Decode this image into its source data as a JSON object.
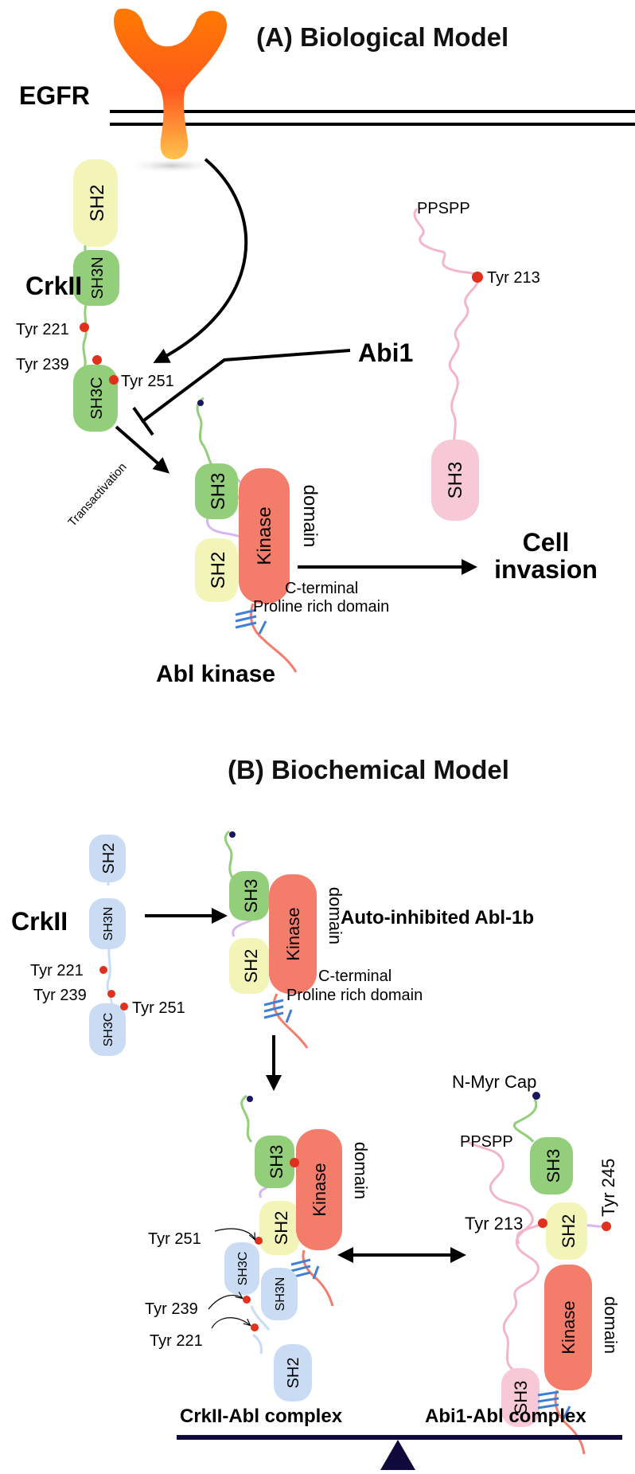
{
  "colors": {
    "sh2": "#f2f4b8",
    "sh3": "#93cf7a",
    "kinase": "#f47c6b",
    "sh3_pink": "#f7c9d6",
    "crk_blue": "#c9dcf4",
    "tyr_dot": "#e0301e",
    "myr_dot": "#1a1660",
    "pro_blue": "#3f7fd8",
    "egfr_top": "#ff8a00",
    "egfr_bottom": "#ffc24a",
    "balance_bar": "#0f0a3b"
  },
  "panel_a": {
    "title": "(A) Biological Model",
    "egfr": "EGFR",
    "crkii": "CrkII",
    "crk_sh2": "SH2",
    "crk_sh3n": "SH3N",
    "crk_sh3c": "SH3C",
    "tyr221": "Tyr 221",
    "tyr239": "Tyr 239",
    "tyr251": "Tyr 251",
    "abi1": "Abi1",
    "ppspp": "PPSPP",
    "tyr213": "Tyr 213",
    "abi_sh3": "SH3",
    "transactivation": "Transactivation",
    "abl_sh3": "SH3",
    "abl_sh2": "SH2",
    "kinase": "Kinase",
    "domain": "domain",
    "cterm": "C-terminal",
    "proline": "Proline rich domain",
    "abl_kinase": "Abl kinase",
    "cell": "Cell",
    "invasion": "invasion"
  },
  "panel_b": {
    "title": "(B) Biochemical Model",
    "crkii": "CrkII",
    "crk_sh2": "SH2",
    "crk_sh3n": "SH3N",
    "crk_sh3c": "SH3C",
    "tyr221": "Tyr 221",
    "tyr239": "Tyr 239",
    "tyr251": "Tyr 251",
    "abl_sh3": "SH3",
    "abl_sh2": "SH2",
    "kinase": "Kinase",
    "domain": "domain",
    "autoinhibited": "Auto-inhibited Abl-1b",
    "cterm": "C-terminal",
    "proline": "Proline rich domain",
    "cx_tyr251": "Tyr 251",
    "cx_tyr239": "Tyr 239",
    "cx_tyr221": "Tyr 221",
    "cx_sh3c": "SH3C",
    "cx_sh3n": "SH3N",
    "cx_sh2": "SH2",
    "nmyr": "N-Myr Cap",
    "ppspp": "PPSPP",
    "tyr245": "Tyr 245",
    "tyr213": "Tyr 213",
    "abi_sh3": "SH3",
    "crkabl": "CrkII-Abl complex",
    "abiabl": "Abi1-Abl complex"
  }
}
